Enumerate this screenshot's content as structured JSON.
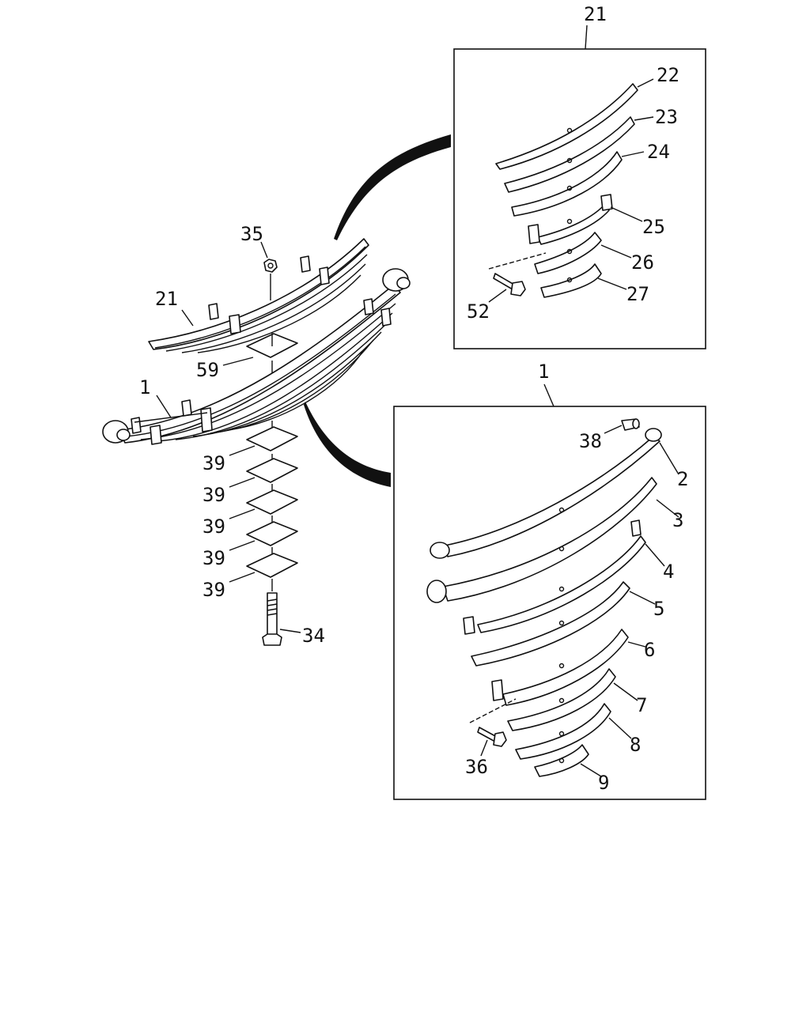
{
  "callouts": {
    "c21_top": "21",
    "c22": "22",
    "c23": "23",
    "c24": "24",
    "c25": "25",
    "c26": "26",
    "c27": "27",
    "c52": "52",
    "c35": "35",
    "c21_left": "21",
    "c59": "59",
    "c1_left": "1",
    "c1_top": "1",
    "c39_a": "39",
    "c39_b": "39",
    "c39_c": "39",
    "c39_d": "39",
    "c39_e": "39",
    "c34": "34",
    "c38": "38",
    "c2": "2",
    "c3": "3",
    "c4": "4",
    "c5": "5",
    "c6": "6",
    "c7": "7",
    "c8": "8",
    "c9": "9",
    "c36": "36"
  }
}
